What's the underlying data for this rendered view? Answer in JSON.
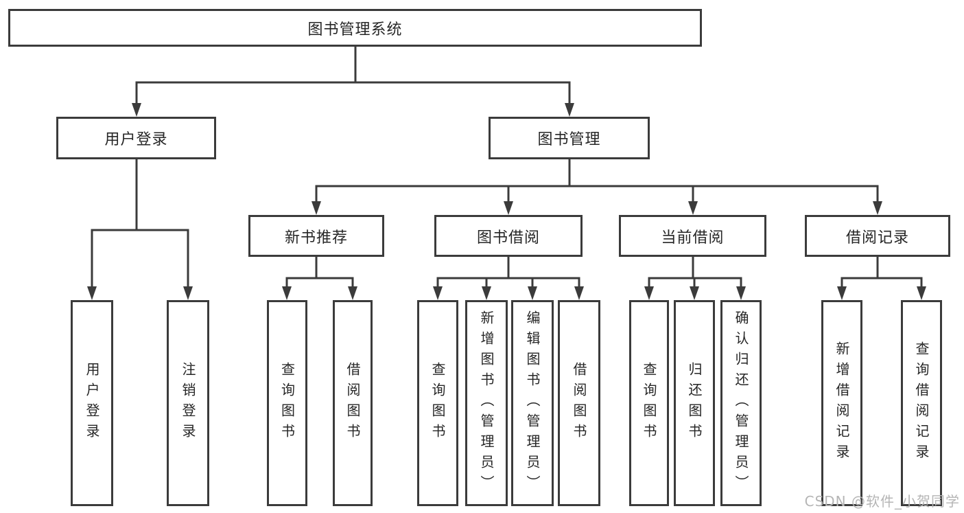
{
  "tree": {
    "label": "图书管理系统",
    "children": [
      {
        "label": "用户登录",
        "children": [
          {
            "label": "用户登录"
          },
          {
            "label": "注销登录"
          }
        ]
      },
      {
        "label": "图书管理",
        "children": [
          {
            "label": "新书推荐",
            "children": [
              {
                "label": "查询图书"
              },
              {
                "label": "借阅图书"
              }
            ]
          },
          {
            "label": "图书借阅",
            "children": [
              {
                "label": "查询图书"
              },
              {
                "label": "新增图书（管理员）"
              },
              {
                "label": "编辑图书（管理员）"
              },
              {
                "label": "借阅图书"
              }
            ]
          },
          {
            "label": "当前借阅",
            "children": [
              {
                "label": "查询图书"
              },
              {
                "label": "归还图书"
              },
              {
                "label": "确认归还（管理员）"
              }
            ]
          },
          {
            "label": "借阅记录",
            "children": [
              {
                "label": "新增借阅记录"
              },
              {
                "label": "查询借阅记录"
              }
            ]
          }
        ]
      }
    ]
  },
  "watermark": {
    "text": "CSDN @软件_小贺同学"
  },
  "colors": {
    "line": "#3b3b3b",
    "text": "#262626",
    "watermark": "#b5b5b5",
    "background": "#ffffff"
  }
}
